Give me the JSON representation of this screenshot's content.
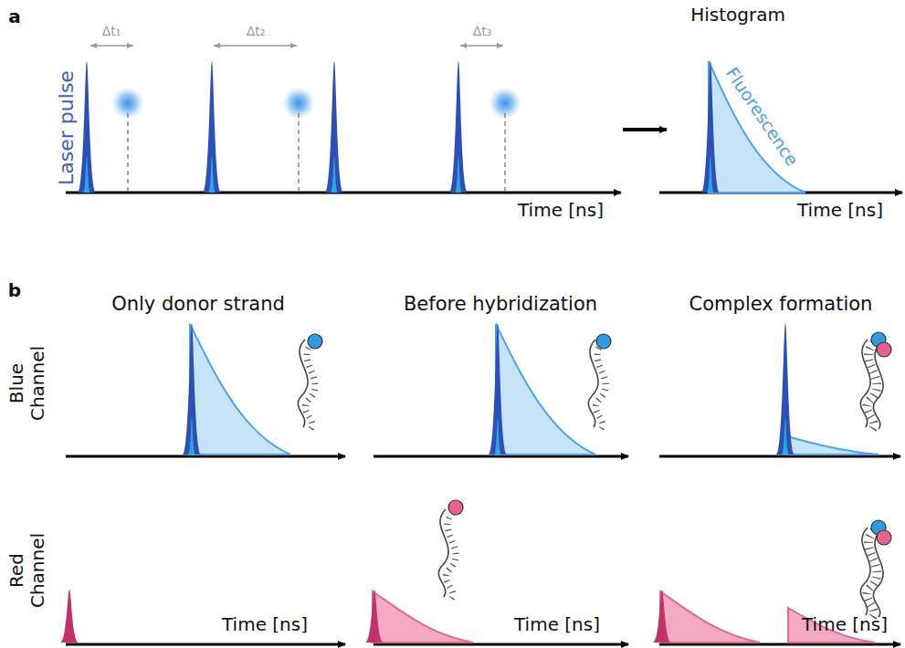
{
  "diagram": {
    "labels": [
      "a",
      "Laser pulse",
      "Δt₁",
      "Δt₂",
      "Δt₃",
      "Histogram",
      "Fluorescence",
      "Time [ns]",
      "Time [ns]",
      "b",
      "Only donor strand",
      "Before hybridization",
      "Complex formation",
      "Blue Channel",
      "Red Channel",
      "Time [ns]",
      "Time [ns]",
      "Time [ns]"
    ]
  }
}
